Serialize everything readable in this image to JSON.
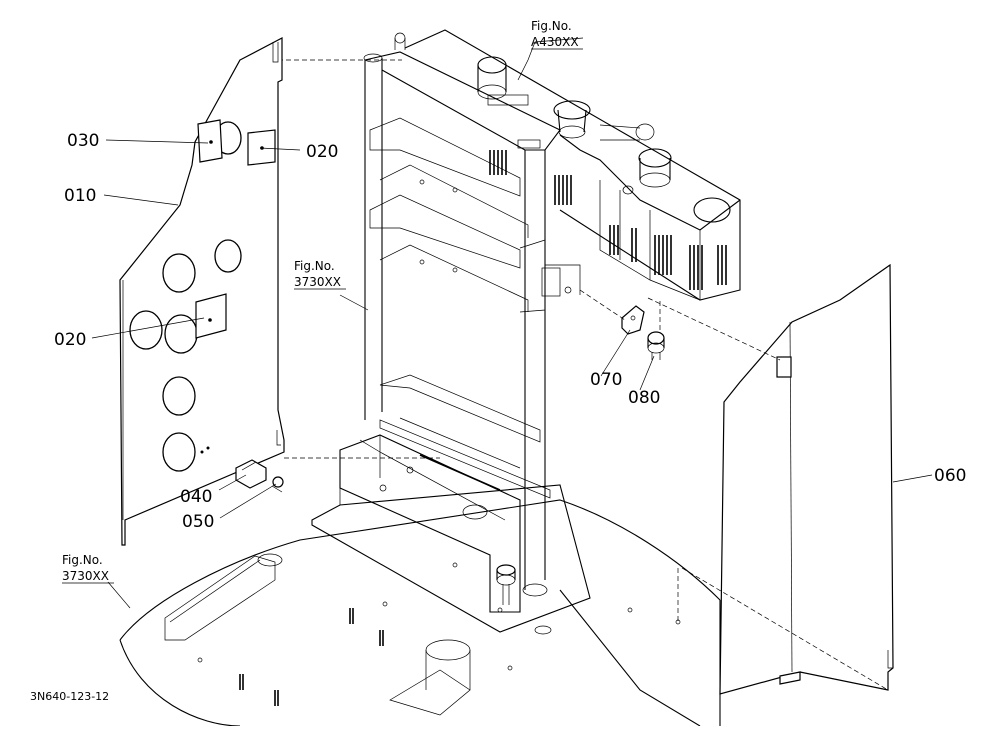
{
  "diagram": {
    "part_labels": {
      "p010": "010",
      "p020a": "020",
      "p020b": "020",
      "p030": "030",
      "p040": "040",
      "p050": "050",
      "p060": "060",
      "p070": "070",
      "p080": "080"
    },
    "figure_refs": {
      "a430_title": "Fig.No.",
      "a430_number": "A430XX",
      "frame_title": "Fig.No.",
      "frame_number": "3730XX",
      "base_title": "Fig.No.",
      "base_number": "3730XX"
    },
    "drawing_code": "3N640-123-12"
  }
}
